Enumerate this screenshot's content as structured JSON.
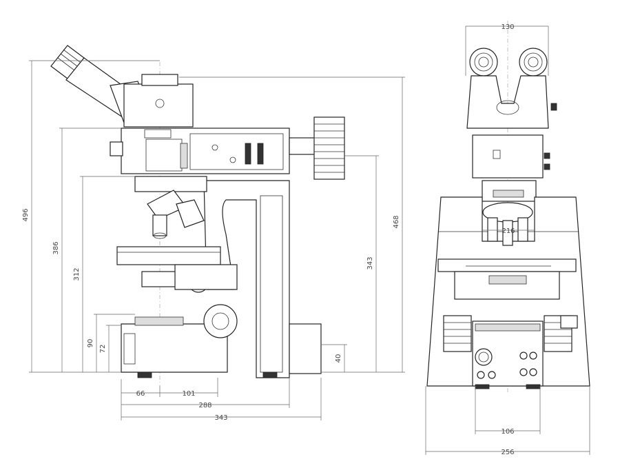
{
  "side_view": {
    "dimensions": {
      "total_height": "496",
      "height_to_arm": "386",
      "height_to_stage": "312",
      "base_height_90": "90",
      "base_height_72": "72",
      "depth_66": "66",
      "depth_101": "101",
      "depth_288": "288",
      "depth_343": "343",
      "lamp_height_468": "468",
      "lamp_height_343": "343",
      "lamp_base_40": "40"
    }
  },
  "front_view": {
    "dimensions": {
      "head_width": "130",
      "turret_width": "216",
      "base_inner_width": "106",
      "base_width": "256"
    }
  }
}
